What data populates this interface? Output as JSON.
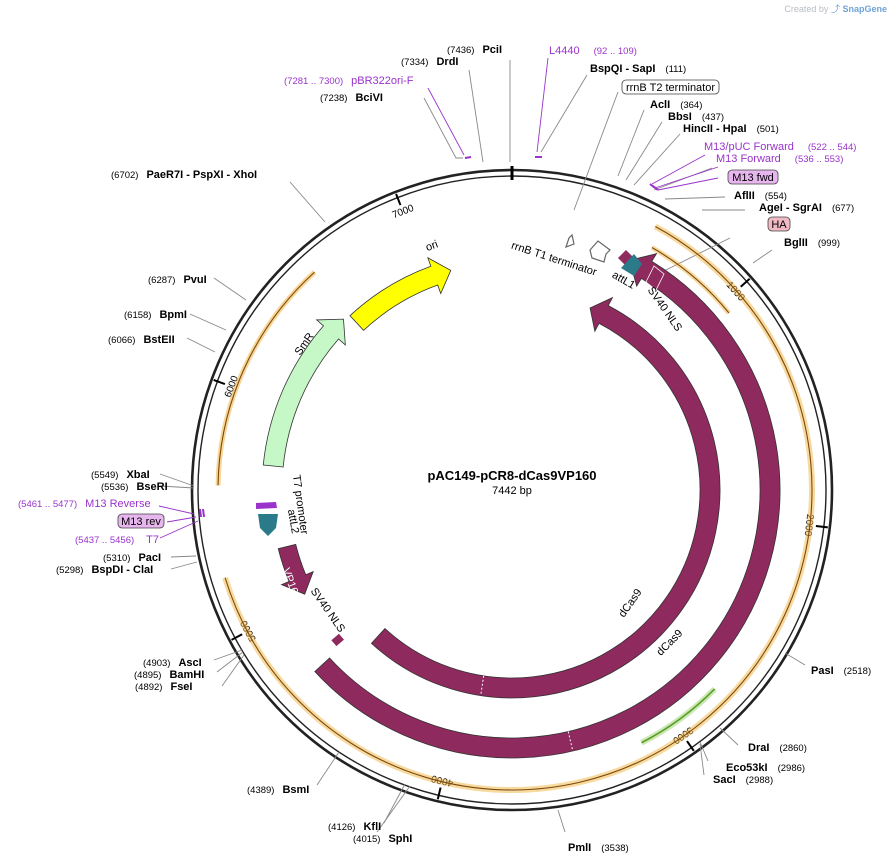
{
  "credit": {
    "prefix": "Created by",
    "brand": "SnapGene"
  },
  "plasmid": {
    "name": "pAC149-pCR8-dCas9VP160",
    "length_label": "7442 bp",
    "length": 7442
  },
  "colors": {
    "backbone": "#222222",
    "cas9": "#8e2a5e",
    "ori": "#ffff00",
    "smr": "#c6f7c6",
    "att": "#2b7a8a",
    "primer": "#9933cc",
    "orf": "#f2b33d",
    "orf_arrow": "#55a020",
    "tag": "#f1b9c4",
    "feature_stroke": "#444444"
  },
  "ticks": [
    {
      "pos": 1000,
      "label": "1000"
    },
    {
      "pos": 2000,
      "label": "2000"
    },
    {
      "pos": 3000,
      "label": "3000"
    },
    {
      "pos": 4000,
      "label": "4000"
    },
    {
      "pos": 5000,
      "label": "5000"
    },
    {
      "pos": 6000,
      "label": "6000"
    },
    {
      "pos": 7000,
      "label": "7000"
    }
  ],
  "sites": [
    {
      "pos": "(7436)",
      "name": "PciI"
    },
    {
      "pos": "(7334)",
      "name": "DrdI"
    },
    {
      "pos": "(7238)",
      "name": "BciVI"
    },
    {
      "pos": "",
      "name": "BspQI - SapI",
      "pos_after": "(111)"
    },
    {
      "pos": "",
      "name": "AclI",
      "pos_after": "(364)"
    },
    {
      "pos": "",
      "name": "BbsI",
      "pos_after": "(437)"
    },
    {
      "pos": "",
      "name": "HincII - HpaI",
      "pos_after": "(501)"
    },
    {
      "pos": "",
      "name": "AflII",
      "pos_after": "(554)"
    },
    {
      "pos": "",
      "name": "AgeI - SgrAI",
      "pos_after": "(677)"
    },
    {
      "pos": "",
      "name": "BglII",
      "pos_after": "(999)"
    },
    {
      "pos": "",
      "name": "PasI",
      "pos_after": "(2518)"
    },
    {
      "pos": "",
      "name": "DraI",
      "pos_after": "(2860)"
    },
    {
      "pos": "",
      "name": "Eco53kI",
      "pos_after": "(2986)"
    },
    {
      "pos": "",
      "name": "SacI",
      "pos_after": "(2988)"
    },
    {
      "pos": "",
      "name": "PmlI",
      "pos_after": "(3538)"
    },
    {
      "pos": "(4015)",
      "name": "SphI"
    },
    {
      "pos": "(4126)",
      "name": "KflI"
    },
    {
      "pos": "(4389)",
      "name": "BsmI"
    },
    {
      "pos": "(4892)",
      "name": "FseI"
    },
    {
      "pos": "(4895)",
      "name": "BamHI"
    },
    {
      "pos": "(4903)",
      "name": "AscI"
    },
    {
      "pos": "(5298)",
      "name": "BspDI - ClaI"
    },
    {
      "pos": "(5310)",
      "name": "PacI"
    },
    {
      "pos": "(5536)",
      "name": "BseRI"
    },
    {
      "pos": "(5549)",
      "name": "XbaI"
    },
    {
      "pos": "(6066)",
      "name": "BstEII"
    },
    {
      "pos": "(6158)",
      "name": "BpmI"
    },
    {
      "pos": "(6287)",
      "name": "PvuI"
    },
    {
      "pos": "(6702)",
      "name": "PaeR7I - PspXI - XhoI"
    }
  ],
  "primers": [
    {
      "name": "L4440",
      "range": "(92 .. 109)"
    },
    {
      "name": "pBR322ori-F",
      "range": "(7281 .. 7300)"
    },
    {
      "name": "M13/pUC Forward",
      "range": "(522 .. 544)"
    },
    {
      "name": "M13 Forward",
      "range": "(536 .. 553)"
    },
    {
      "name": "M13 Reverse",
      "range": "(5461 .. 5477)"
    },
    {
      "name": "T7",
      "range": "(5437 .. 5456)"
    }
  ],
  "boxed_labels": [
    "rrnB T2 terminator",
    "M13 fwd",
    "HA",
    "M13 rev"
  ],
  "features": [
    {
      "name": "ori",
      "start": 6490,
      "end": 7080
    },
    {
      "name": "SmR",
      "start": 5650,
      "end": 6440
    },
    {
      "name": "rrnB T1 terminator",
      "start": 140,
      "end": 230
    },
    {
      "name": "attL1",
      "start": 260,
      "end": 360
    },
    {
      "name": "SV40 NLS",
      "start": 400,
      "end": 470
    },
    {
      "name": "dCas9",
      "start": 480,
      "end": 4590
    },
    {
      "name": "dCas9",
      "start": 570,
      "end": 4680
    },
    {
      "name": "SV40 NLS",
      "start": 4690,
      "end": 4760
    },
    {
      "name": "VP160",
      "start": 4790,
      "end": 5200
    },
    {
      "name": "attL2",
      "start": 5280,
      "end": 5380
    },
    {
      "name": "T7 promoter",
      "start": 5437,
      "end": 5456
    }
  ]
}
